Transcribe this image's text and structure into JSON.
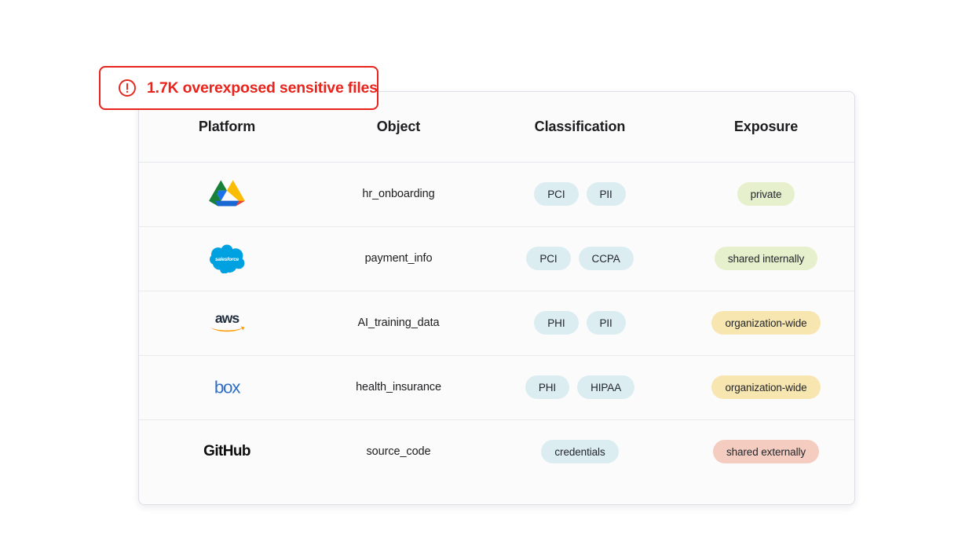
{
  "alert": {
    "icon": "alert-circle-icon",
    "text": "1.7K overexposed sensitive files",
    "color": "#e8241c"
  },
  "table": {
    "columns": [
      {
        "key": "platform",
        "label": "Platform"
      },
      {
        "key": "object",
        "label": "Object"
      },
      {
        "key": "classification",
        "label": "Classification"
      },
      {
        "key": "exposure",
        "label": "Exposure"
      }
    ],
    "rows": [
      {
        "platform": "Google Drive",
        "platform_icon": "google-drive-logo",
        "object": "hr_onboarding",
        "classification": [
          "PCI",
          "PII"
        ],
        "exposure": "private",
        "exposure_color": "#e7f0cd"
      },
      {
        "platform": "Salesforce",
        "platform_icon": "salesforce-logo",
        "object": "payment_info",
        "classification": [
          "PCI",
          "CCPA"
        ],
        "exposure": "shared internally",
        "exposure_color": "#e7f0cd"
      },
      {
        "platform": "AWS",
        "platform_icon": "aws-logo",
        "object": "AI_training_data",
        "classification": [
          "PHI",
          "PII"
        ],
        "exposure": "organization-wide",
        "exposure_color": "#f8e6b0"
      },
      {
        "platform": "Box",
        "platform_icon": "box-logo",
        "object": "health_insurance",
        "classification": [
          "PHI",
          "HIPAA"
        ],
        "exposure": "organization-wide",
        "exposure_color": "#f8e6b0"
      },
      {
        "platform": "GitHub",
        "platform_icon": "github-logo",
        "platform_wordmark": "GitHub",
        "object": "source_code",
        "classification": [
          "credentials"
        ],
        "exposure": "shared externally",
        "exposure_color": "#f5cdc0"
      }
    ]
  },
  "theme": {
    "tag_background": "#dcedf1",
    "card_background": "#fbfbfc",
    "card_border": "#dcdfe5",
    "divider": "#e8eaee",
    "text": "#1d1d1f"
  }
}
